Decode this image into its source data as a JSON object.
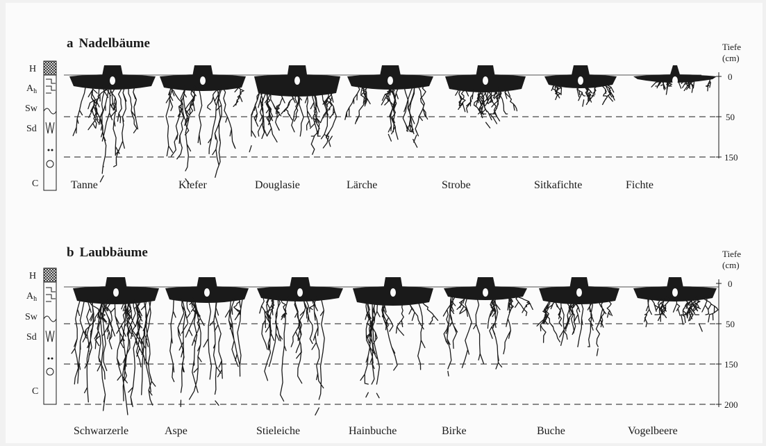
{
  "panels": [
    {
      "letter": "a",
      "title": "Nadelbäume",
      "axis_title_line1": "Tiefe",
      "axis_title_line2": "(cm)",
      "depth_ticks": [
        "0",
        "50",
        "150"
      ],
      "horizons": [
        "H",
        "A",
        "Sw",
        "Sd",
        "C"
      ],
      "horizon_sub": "h",
      "trees": [
        {
          "name": "Tanne"
        },
        {
          "name": "Kiefer"
        },
        {
          "name": "Douglasie"
        },
        {
          "name": "Lärche"
        },
        {
          "name": "Strobe"
        },
        {
          "name": "Sitkafichte"
        },
        {
          "name": "Fichte"
        }
      ]
    },
    {
      "letter": "b",
      "title": "Laubbäume",
      "axis_title_line1": "Tiefe",
      "axis_title_line2": "(cm)",
      "depth_ticks": [
        "0",
        "50",
        "150",
        "200"
      ],
      "horizons": [
        "H",
        "A",
        "Sw",
        "Sd",
        "C"
      ],
      "horizon_sub": "h",
      "trees": [
        {
          "name": "Schwarzerle"
        },
        {
          "name": "Aspe"
        },
        {
          "name": "Stieleiche"
        },
        {
          "name": "Hainbuche"
        },
        {
          "name": "Birke"
        },
        {
          "name": "Buche"
        },
        {
          "name": "Vogelbeere"
        }
      ]
    }
  ],
  "colors": {
    "ink": "#1a1a1a",
    "paper": "#fbfbfb",
    "background": "#f1f1f1"
  }
}
